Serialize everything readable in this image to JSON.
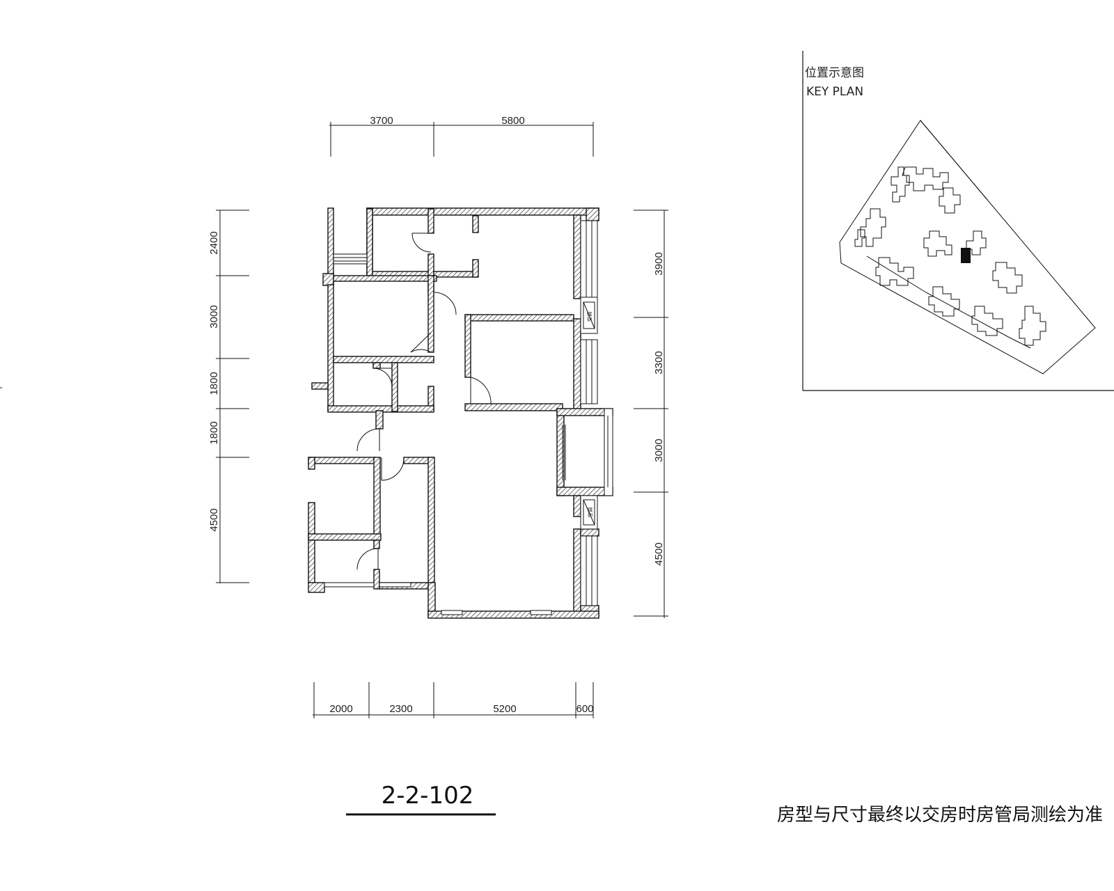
{
  "unit_id": "2-2-102",
  "note": "房型与尺寸最终以交房时房管局测绘为准",
  "key_plan": {
    "title_cn": "位置示意图",
    "title_en": "KEY PLAN"
  },
  "dimensions": {
    "top": [
      "3700",
      "5800"
    ],
    "bottom": [
      "2000",
      "2300",
      "5200",
      "600"
    ],
    "left": [
      "2400",
      "3000",
      "1800",
      "1800",
      "4500"
    ],
    "right": [
      "3900",
      "3300",
      "3000",
      "4500"
    ]
  },
  "equipment_labels": {
    "ac_upper": "空调",
    "ac_lower": "空调"
  }
}
